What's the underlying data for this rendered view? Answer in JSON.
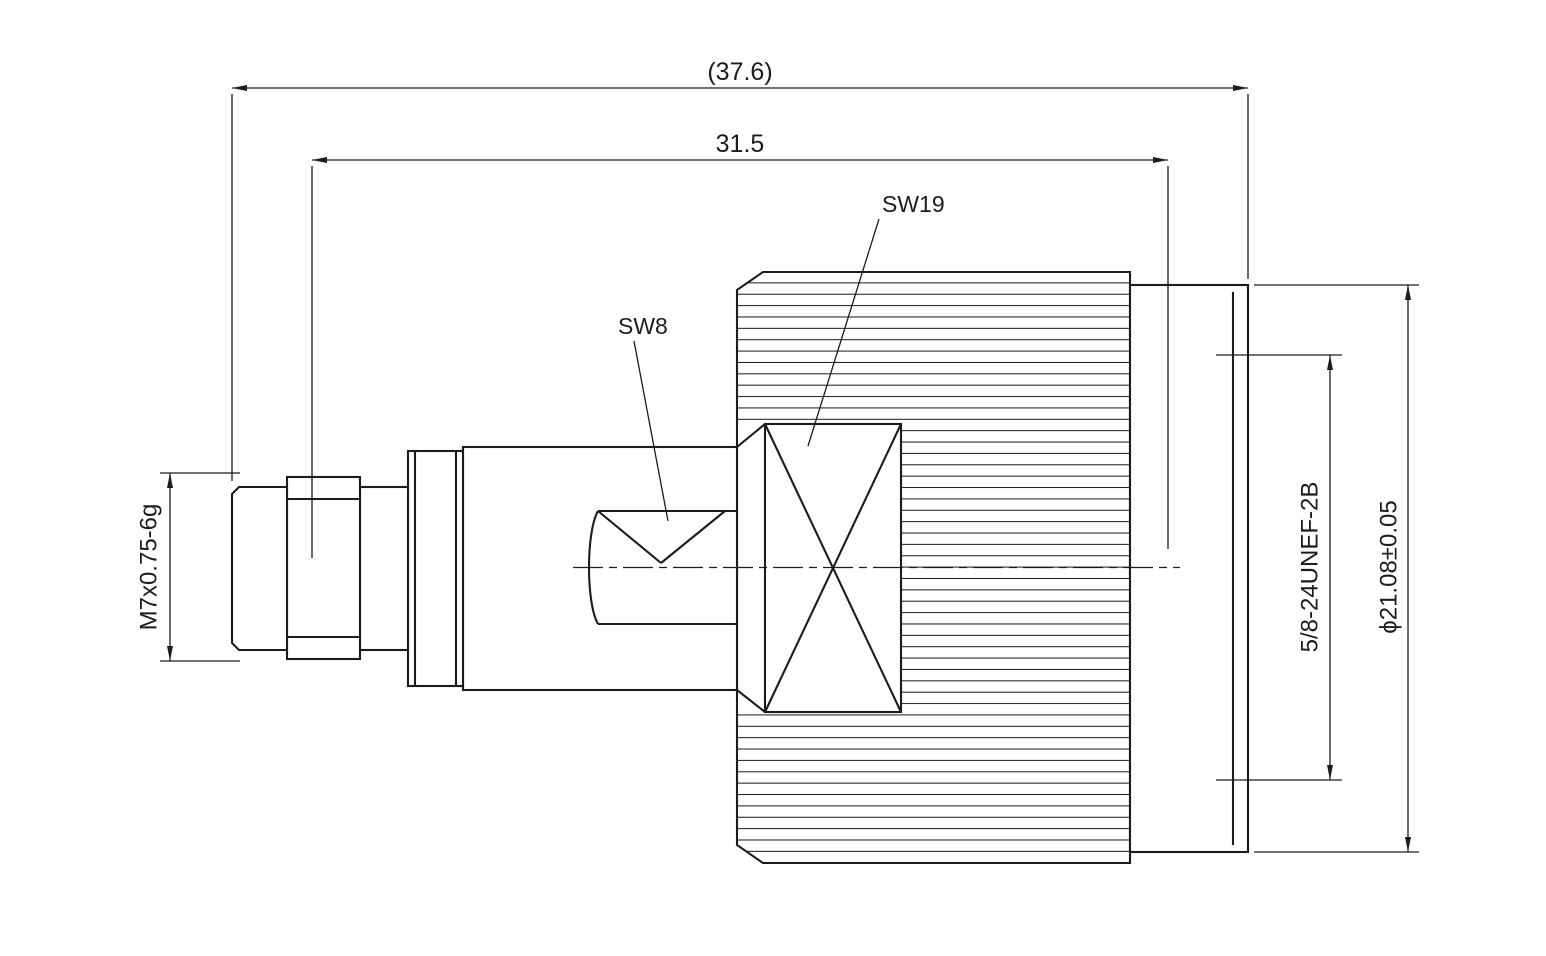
{
  "colors": {
    "line": "#1c1c1c",
    "background": "#ffffff"
  },
  "drawing": {
    "dims": {
      "overall_length": "(37.6)",
      "body_length": "31.5",
      "left_thread": "M7x0.75-6g",
      "coupling_thread": "5/8-24UNEF-2B",
      "outer_diameter": "ϕ21.08±0.05"
    },
    "labels": {
      "wrench_large": "SW19",
      "wrench_small": "SW8"
    }
  }
}
